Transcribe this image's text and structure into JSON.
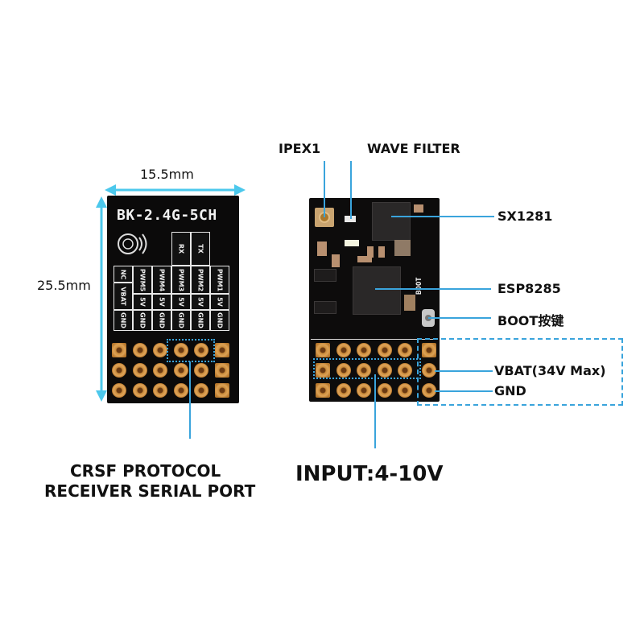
{
  "left_module": {
    "width_label": "15.5mm",
    "height_label": "25.5mm",
    "board_name": "BK-2.4G-5CH",
    "top_pins": [
      "RX",
      "TX"
    ],
    "pin_columns": [
      [
        "NC",
        "VBAT",
        "GND"
      ],
      [
        "PWM5",
        "5V",
        "GND"
      ],
      [
        "PWM4",
        "5V",
        "GND"
      ],
      [
        "PWM3",
        "5V",
        "GND"
      ],
      [
        "PWM2",
        "5V",
        "GND"
      ],
      [
        "PWM1",
        "5V",
        "GND"
      ]
    ],
    "caption_line1": "CRSF PROTOCOL",
    "caption_line2": "RECEIVER SERIAL PORT"
  },
  "right_module": {
    "callouts": {
      "ipex": "IPEX1",
      "wave_filter": "WAVE FILTER",
      "sx1281": "SX1281",
      "esp8285": "ESP8285",
      "boot": "BOOT按键",
      "vbat": "VBAT(34V Max)",
      "gnd": "GND"
    },
    "boot_silk": "BOOT",
    "caption": "INPUT:4-10V"
  },
  "colors": {
    "accent": "#3aa4dc",
    "arrow": "#4cc8ec",
    "pcb": "#0b0a0a",
    "pad": "#d49a4e"
  }
}
